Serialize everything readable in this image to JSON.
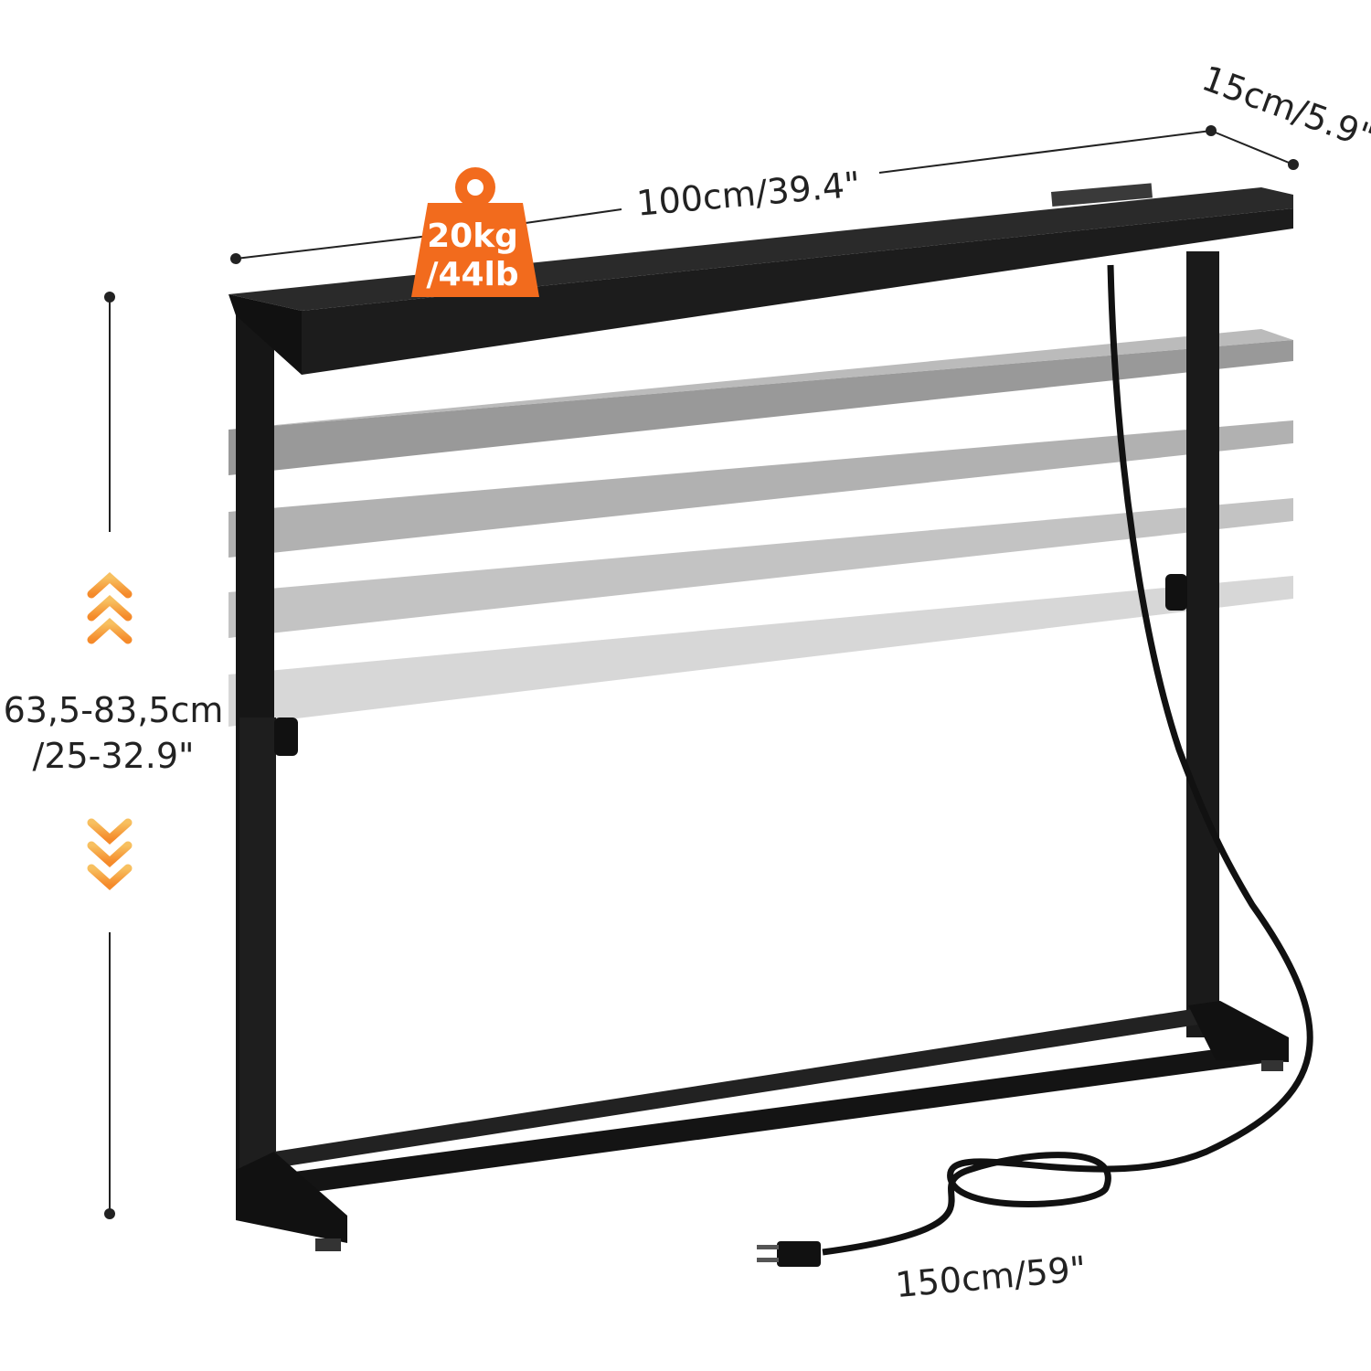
{
  "dimensions": {
    "width": "100cm/39.4\"",
    "depth": "15cm/5.9\"",
    "height_line1": "63,5-83,5cm",
    "height_line2": "/25-32.9\"",
    "cord_length": "150cm/59\""
  },
  "load_badge": {
    "line1": "20kg",
    "line2": "/44lb",
    "color": "#f26b1d"
  },
  "colors": {
    "frame": "#161616",
    "arrow": "#f7a23c"
  }
}
